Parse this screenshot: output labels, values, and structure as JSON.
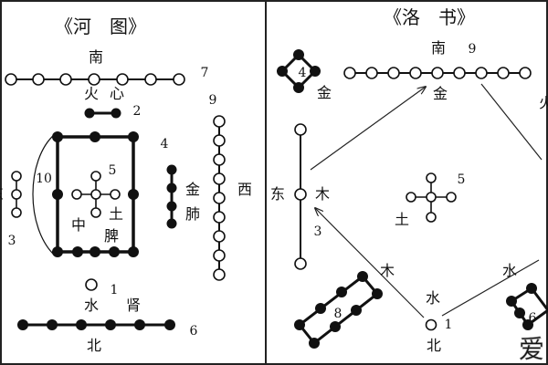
{
  "hetu": {
    "title": "《河　图》",
    "directions": {
      "south": "南",
      "north": "北",
      "west": "西",
      "east": "东"
    },
    "organs": {
      "fire": "火",
      "heart": "心",
      "metal": "金",
      "lung": "肺",
      "center": "中",
      "earth": "土",
      "spleen": "脾",
      "water": "水",
      "kidney": "肾"
    },
    "numbers": {
      "n7": "7",
      "n2": "2",
      "n9": "9",
      "n4": "4",
      "n10": "10",
      "n5": "5",
      "n3": "3",
      "n1": "1",
      "n6": "6"
    }
  },
  "luoshu": {
    "title": "《洛　书》",
    "directions": {
      "south": "南",
      "east": "东",
      "north": "北"
    },
    "elements": {
      "metal_top": "金",
      "metal_corner": "金",
      "fire_edge": "火",
      "wood": "木",
      "earth": "土",
      "wood_arrow": "木",
      "water_arrow": "水",
      "water": "水"
    },
    "numbers": {
      "n4": "4",
      "n9": "9",
      "n5": "5",
      "n3": "3",
      "n8": "8",
      "n1": "1",
      "n6": "6"
    }
  },
  "watermark": "爱"
}
